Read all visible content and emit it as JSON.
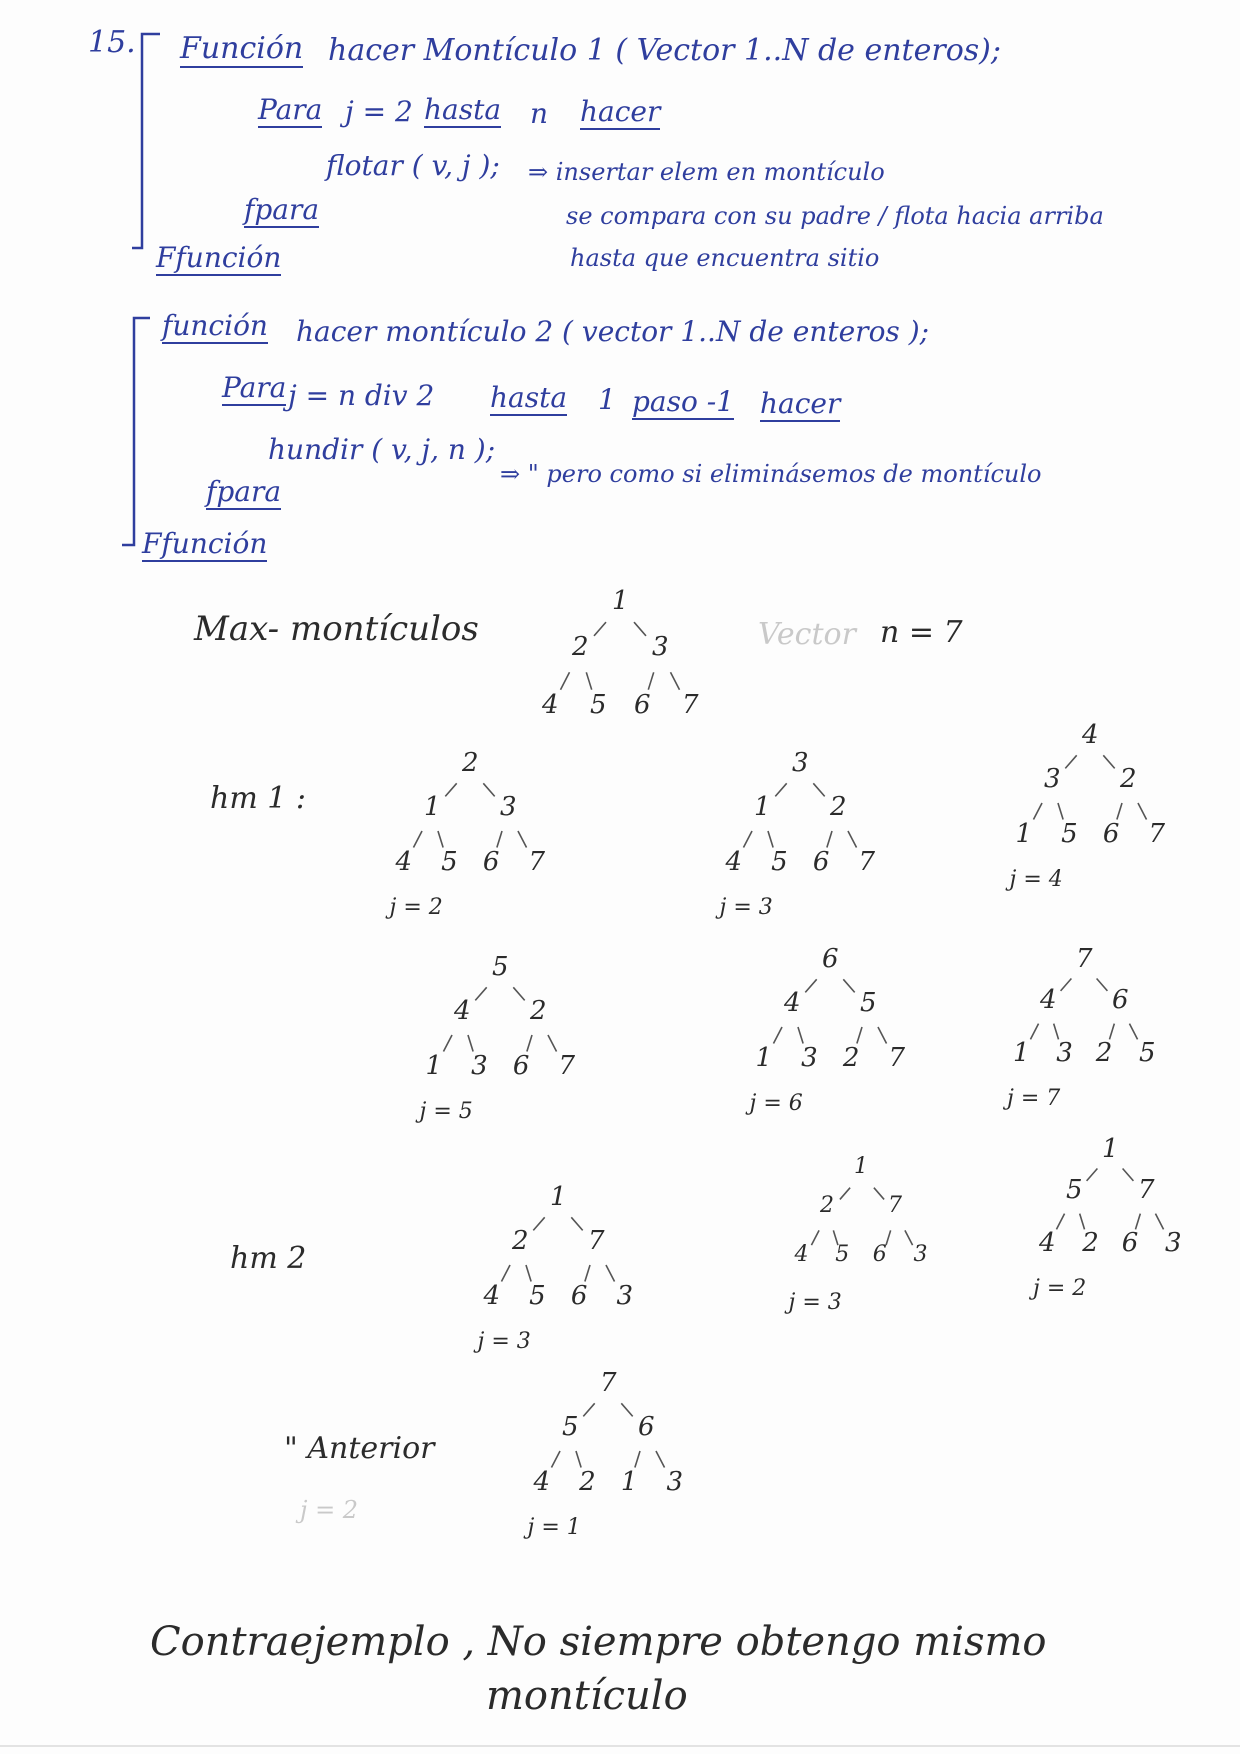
{
  "problem_number": "15.",
  "func1": {
    "keyword": "Función",
    "signature": "hacer Montículo 1 ( Vector 1..N de enteros);",
    "loop_kw": "Para",
    "loop_var": "j = 2",
    "loop_to": "hasta",
    "loop_n": "n",
    "loop_do": "hacer",
    "body": "flotar ( v, j );",
    "arrow_note": "⇒ insertar elem en montículo",
    "note_line2": "se compara con su padre / flota hacia arriba",
    "note_line3": "hasta que encuentra sitio",
    "end_loop": "fpara",
    "end_func": "Ffunción"
  },
  "func2": {
    "keyword": "función",
    "signature": "hacer montículo 2 ( vector 1..N de enteros );",
    "loop_kw": "Para",
    "loop_var": "j = n div 2",
    "loop_to": "hasta",
    "loop_one": "1",
    "loop_step": "paso -1",
    "loop_do": "hacer",
    "body": "hundir ( v, j, n );",
    "arrow_note": "⇒ \" pero como si eliminásemos de montículo",
    "end_loop": "fpara",
    "end_func": "Ffunción"
  },
  "header_row": {
    "label": "Max- montículos",
    "vector_label": "Vector",
    "n_label": "n = 7"
  },
  "tree0": {
    "nodes": [
      "1",
      "2",
      "3",
      "4",
      "5",
      "6",
      "7"
    ]
  },
  "hm1": {
    "label": "hm 1 :",
    "steps": [
      {
        "nodes": [
          "2",
          "1",
          "3",
          "4",
          "5",
          "6",
          "7"
        ],
        "j": "j = 2"
      },
      {
        "nodes": [
          "3",
          "1",
          "2",
          "4",
          "5",
          "6",
          "7"
        ],
        "j": "j = 3"
      },
      {
        "nodes": [
          "4",
          "3",
          "2",
          "1",
          "5",
          "6",
          "7"
        ],
        "j": "j = 4"
      },
      {
        "nodes": [
          "5",
          "4",
          "2",
          "1",
          "3",
          "6",
          "7"
        ],
        "j": "j = 5"
      },
      {
        "nodes": [
          "6",
          "4",
          "5",
          "1",
          "3",
          "2",
          "7"
        ],
        "j": "j = 6"
      },
      {
        "nodes": [
          "7",
          "4",
          "6",
          "1",
          "3",
          "2",
          "5"
        ],
        "j": "j = 7"
      }
    ]
  },
  "hm2": {
    "label": "hm 2",
    "steps": [
      {
        "nodes": [
          "1",
          "2",
          "7",
          "4",
          "5",
          "6",
          "3"
        ],
        "j": "j = 3"
      },
      {
        "nodes": [
          "1",
          "2",
          "7",
          "4",
          "5",
          "6",
          "3"
        ],
        "j": "j = 3"
      },
      {
        "nodes": [
          "1",
          "5",
          "7",
          "4",
          "2",
          "6",
          "3"
        ],
        "j": "j = 2"
      }
    ]
  },
  "anterior": {
    "label": "\" Anterior",
    "j_faint": "j = 2",
    "nodes": [
      "7",
      "5",
      "6",
      "4",
      "2",
      "1",
      "3"
    ],
    "j": "j = 1"
  },
  "conclusion": {
    "line1": "Contraejemplo , No siempre obtengo mismo",
    "line2": "montículo"
  }
}
